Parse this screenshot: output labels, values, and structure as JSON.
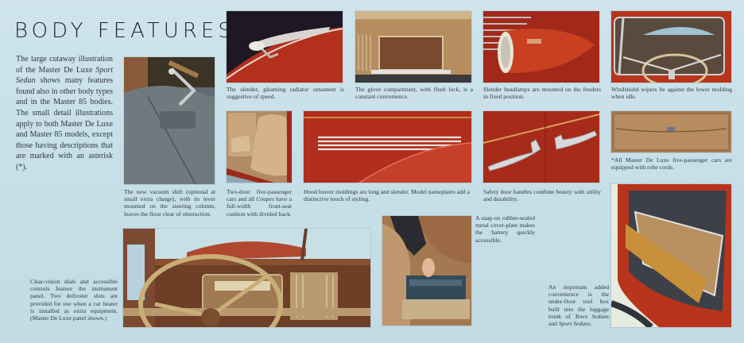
{
  "page": {
    "title": "BODY FEATURES",
    "intro": {
      "text_before_italic": "The large cutaway illustration of the Master De Luxe ",
      "italic": "Sport Sedan",
      "text_after_italic": " shows many features found also in other body types and in the Master 85 bodies. The small detail illustrations apply to both Master De Luxe and Master 85 models, except those having descriptions that are marked with an asterisk (*)."
    },
    "colors": {
      "background": "#c7dfe8",
      "body_red": "#b8321c",
      "text": "#2f3846",
      "tan": "#c9a57c"
    }
  },
  "illustrations": [
    {
      "id": "vacuum-shift",
      "caption": "The new vacuum shift (optional at small extra charge), with its lever mounted on the steering column, leaves the floor clear of obstruction."
    },
    {
      "id": "radiator-ornament",
      "caption": "The slender, gleaming radiator ornament is suggestive of speed."
    },
    {
      "id": "glove-compartment",
      "caption": "The glove compartment, with flush lock, is a constant convenience."
    },
    {
      "id": "headlamps",
      "caption": "Slender headlamps are mounted on the fenders in fixed position."
    },
    {
      "id": "windshield-wipers",
      "caption": "Windshield wipers lie against the lower molding when idle."
    },
    {
      "id": "front-seat",
      "caption_before_italic": "Two-door five-passenger cars and all ",
      "caption_italic": "Coupes",
      "caption_after_italic": " have a full-width front-seat cushion with divided back."
    },
    {
      "id": "hood-louvers",
      "caption": "Hood louver moldings are long and slender. Model nameplates add a distinctive touch of styling."
    },
    {
      "id": "door-handles",
      "caption": "Safety door handles combine beauty with utility and durability."
    },
    {
      "id": "robe-cords",
      "caption": "*All Master De Luxe five-passenger cars are equipped with robe cords."
    },
    {
      "id": "instrument-panel",
      "caption": "Clear-vision dials and accessible controls feature the instrument panel. Two defroster slots are provided for use when a car heater is installed as extra equipment. (Master De Luxe panel shown.)"
    },
    {
      "id": "battery-cover",
      "caption": "A snap-on rubber-sealed metal cover-plate makes the battery quickly accessible."
    },
    {
      "id": "tool-box",
      "caption_before_italic": "An important added convenience is the under-floor tool box built into the luggage trunk of ",
      "caption_italic_1": "Town Sedans",
      "caption_mid": " and ",
      "caption_italic_2": "Sport Sedans",
      "caption_after_italic": "."
    }
  ]
}
